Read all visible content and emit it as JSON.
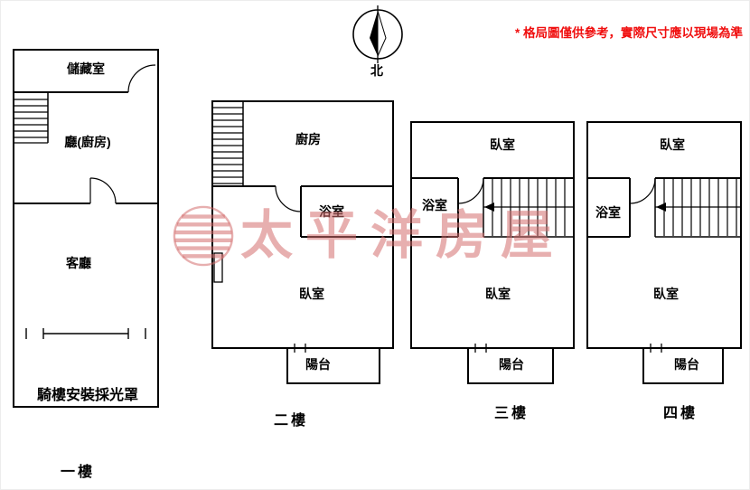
{
  "disclaimer": "* 格局圖僅供參考，實際尺寸應以現場為準",
  "compass": {
    "north_label": "北"
  },
  "watermark": {
    "brand": "太平洋房屋"
  },
  "colors": {
    "line_black": "#000000",
    "disclaimer_red": "#f00f0f",
    "watermark_pink": "#d47878"
  },
  "floor1": {
    "name": "一樓",
    "storage": "儲藏室",
    "hall_kitchen": "廳(廚房)",
    "living_room": "客廳",
    "arcade_note": "騎樓安裝採光罩"
  },
  "floor2": {
    "name": "二樓",
    "kitchen": "廚房",
    "bathroom": "浴室",
    "bedroom": "臥室",
    "balcony": "陽台"
  },
  "floor3": {
    "name": "三樓",
    "bedroom_front": "臥室",
    "bathroom": "浴室",
    "bedroom_back": "臥室",
    "balcony": "陽台"
  },
  "floor4": {
    "name": "四樓",
    "bedroom_front": "臥室",
    "bathroom": "浴室",
    "bedroom_back": "臥室",
    "balcony": "陽台"
  }
}
